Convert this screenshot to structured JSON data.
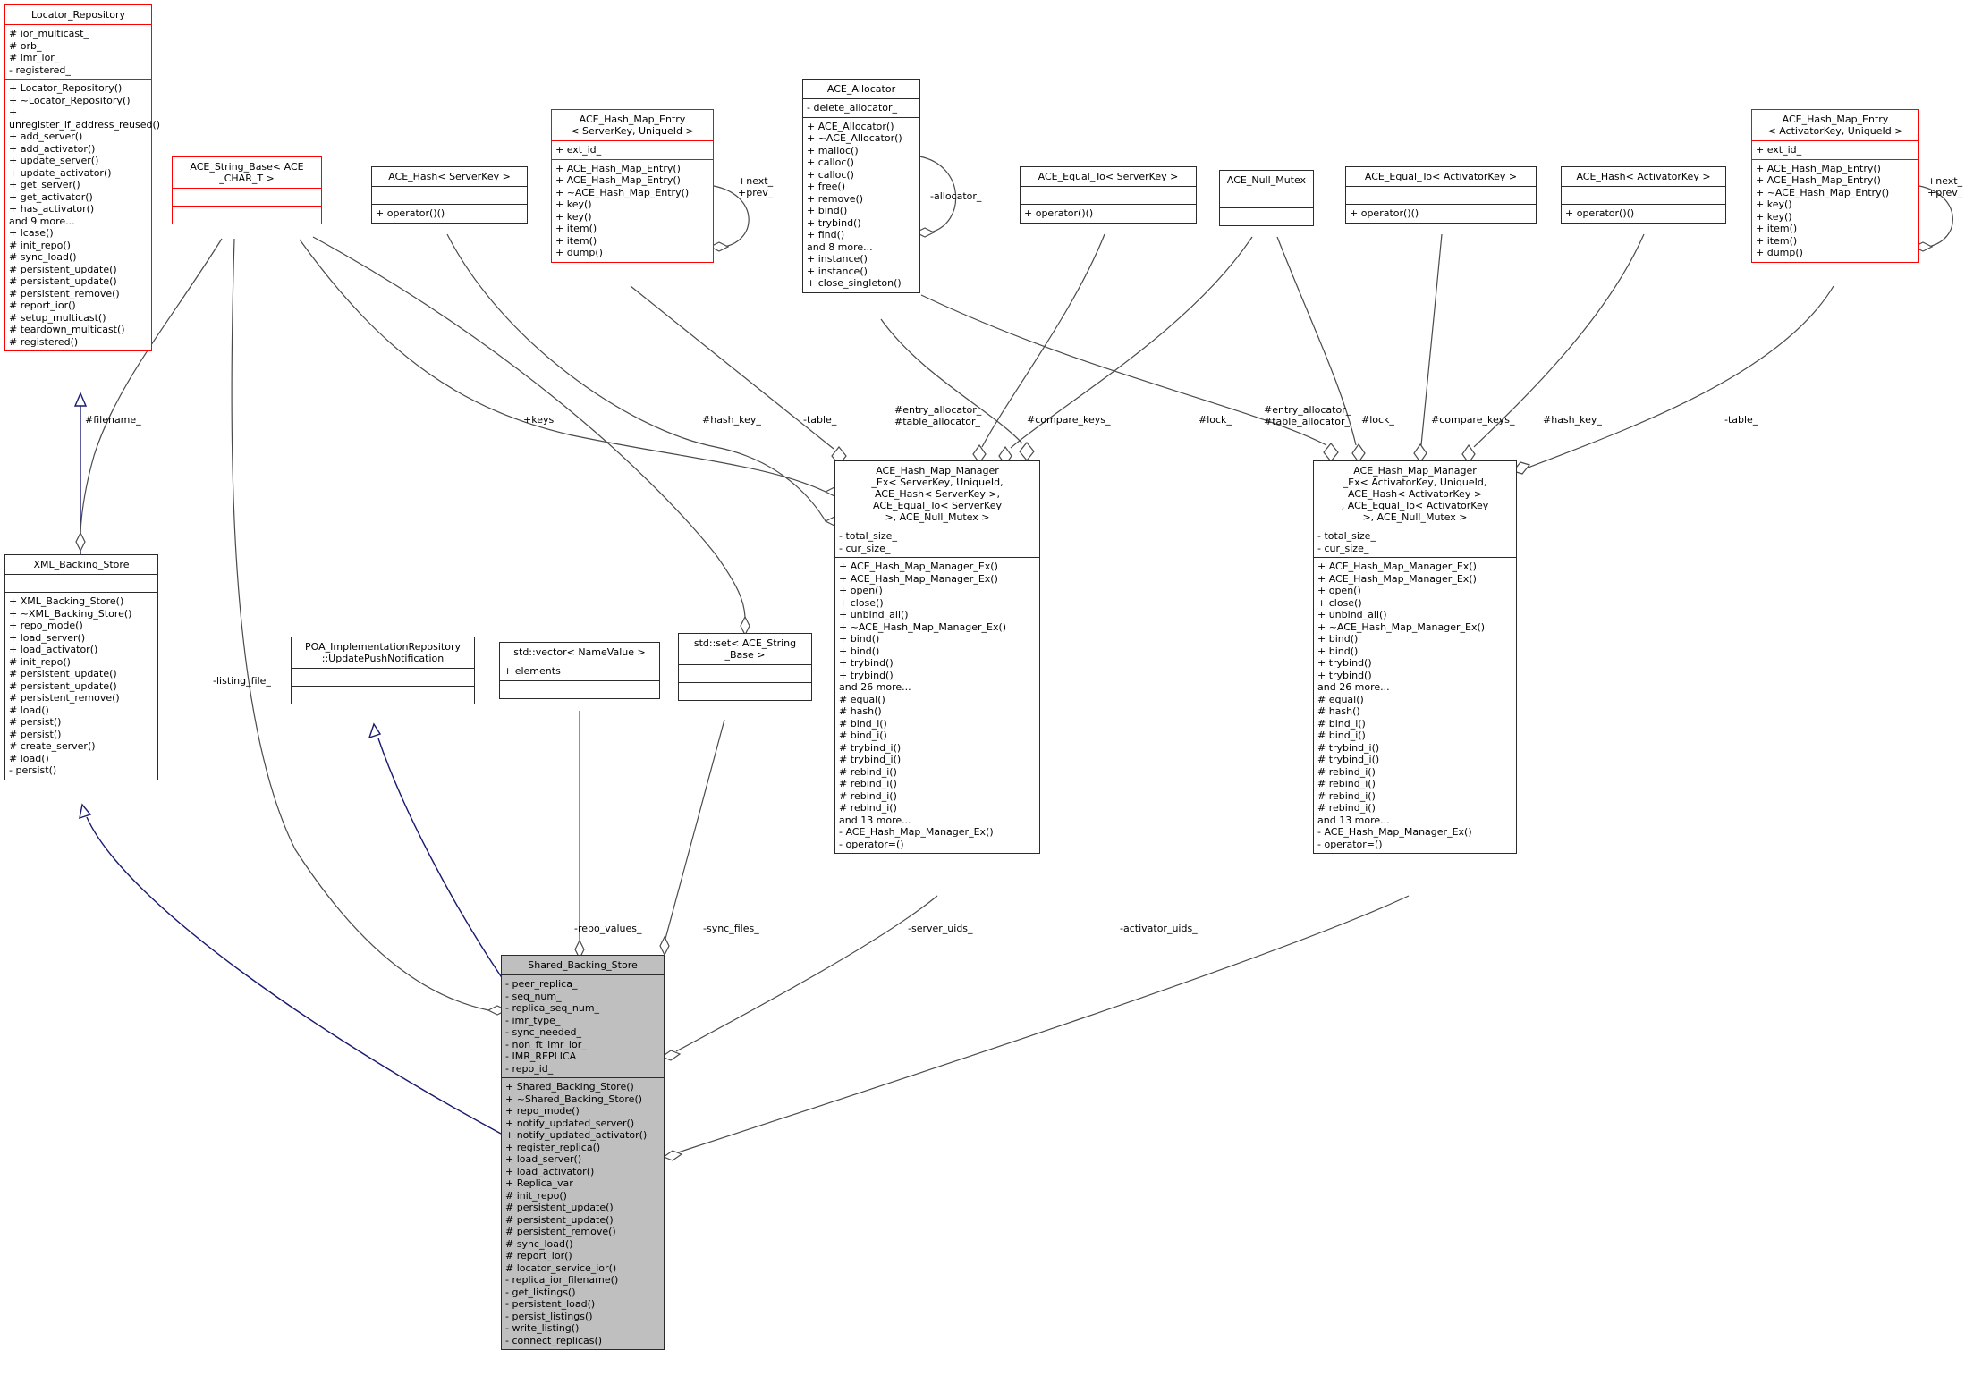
{
  "diagram": {
    "type": "uml-collaboration-diagram",
    "central_class": "Shared_Backing_Store"
  },
  "colors": {
    "red_border": "#ff0000",
    "inheritance_edge": "#191970",
    "association_edge": "#4a4a4a",
    "gray_node_fill": "#bfbfbf"
  },
  "classes": [
    {
      "id": "locator_repository",
      "style": "red",
      "title": [
        "Locator_Repository"
      ],
      "attributes": [
        "# ior_multicast_",
        "# orb_",
        "# imr_ior_",
        "- registered_"
      ],
      "methods": [
        "+ Locator_Repository()",
        "+ ~Locator_Repository()",
        "+ unregister_if_address_reused()",
        "+ add_server()",
        "+ add_activator()",
        "+ update_server()",
        "+ update_activator()",
        "+ get_server()",
        "+ get_activator()",
        "+ has_activator()",
        "and 9 more...",
        "+ lcase()",
        "# init_repo()",
        "# sync_load()",
        "# persistent_update()",
        "# persistent_update()",
        "# persistent_remove()",
        "# report_ior()",
        "# setup_multicast()",
        "# teardown_multicast()",
        "# registered()"
      ]
    },
    {
      "id": "xml_backing_store",
      "style": "black",
      "title": [
        "XML_Backing_Store"
      ],
      "attributes": [],
      "methods": [
        "+ XML_Backing_Store()",
        "+ ~XML_Backing_Store()",
        "+ repo_mode()",
        "+ load_server()",
        "+ load_activator()",
        "# init_repo()",
        "# persistent_update()",
        "# persistent_update()",
        "# persistent_remove()",
        "# load()",
        "# persist()",
        "# persist()",
        "# create_server()",
        "# load()",
        "- persist()"
      ]
    },
    {
      "id": "ace_string_base",
      "style": "red",
      "title": [
        "ACE_String_Base< ACE",
        "_CHAR_T >"
      ],
      "attributes": [],
      "methods": []
    },
    {
      "id": "ace_hash_server",
      "style": "black",
      "title": [
        "ACE_Hash< ServerKey >"
      ],
      "attributes": [],
      "methods": [
        "+ operator()()"
      ]
    },
    {
      "id": "entry_server",
      "style": "red",
      "title": [
        "ACE_Hash_Map_Entry",
        "< ServerKey, UniqueId >"
      ],
      "attributes": [
        "+ ext_id_"
      ],
      "methods": [
        "+ ACE_Hash_Map_Entry()",
        "+ ACE_Hash_Map_Entry()",
        "+ ~ACE_Hash_Map_Entry()",
        "+ key()",
        "+ key()",
        "+ item()",
        "+ item()",
        "+ dump()"
      ]
    },
    {
      "id": "ace_allocator",
      "style": "black",
      "title": [
        "ACE_Allocator"
      ],
      "attributes": [
        "- delete_allocator_"
      ],
      "methods": [
        "+ ACE_Allocator()",
        "+ ~ACE_Allocator()",
        "+ malloc()",
        "+ calloc()",
        "+ calloc()",
        "+ free()",
        "+ remove()",
        "+ bind()",
        "+ trybind()",
        "+ find()",
        "and 8 more...",
        "+ instance()",
        "+ instance()",
        "+ close_singleton()"
      ]
    },
    {
      "id": "equal_server",
      "style": "black",
      "title": [
        "ACE_Equal_To< ServerKey >"
      ],
      "attributes": [],
      "methods": [
        "+ operator()()"
      ]
    },
    {
      "id": "null_mutex",
      "style": "black",
      "title": [
        "ACE_Null_Mutex"
      ],
      "attributes": [],
      "methods": []
    },
    {
      "id": "equal_activator",
      "style": "black",
      "title": [
        "ACE_Equal_To< ActivatorKey >"
      ],
      "attributes": [],
      "methods": [
        "+ operator()()"
      ]
    },
    {
      "id": "hash_activator",
      "style": "black",
      "title": [
        "ACE_Hash< ActivatorKey >"
      ],
      "attributes": [],
      "methods": [
        "+ operator()()"
      ]
    },
    {
      "id": "entry_activator",
      "style": "red",
      "title": [
        "ACE_Hash_Map_Entry",
        "< ActivatorKey, UniqueId >"
      ],
      "attributes": [
        "+ ext_id_"
      ],
      "methods": [
        "+ ACE_Hash_Map_Entry()",
        "+ ACE_Hash_Map_Entry()",
        "+ ~ACE_Hash_Map_Entry()",
        "+ key()",
        "+ key()",
        "+ item()",
        "+ item()",
        "+ dump()"
      ]
    },
    {
      "id": "mgr_server",
      "style": "black",
      "title": [
        "ACE_Hash_Map_Manager",
        "_Ex< ServerKey, UniqueId,",
        "ACE_Hash< ServerKey >,",
        "ACE_Equal_To< ServerKey",
        ">, ACE_Null_Mutex >"
      ],
      "attributes": [
        "- total_size_",
        "- cur_size_"
      ],
      "methods": [
        "+ ACE_Hash_Map_Manager_Ex()",
        "+ ACE_Hash_Map_Manager_Ex()",
        "+ open()",
        "+ close()",
        "+ unbind_all()",
        "+ ~ACE_Hash_Map_Manager_Ex()",
        "+ bind()",
        "+ bind()",
        "+ trybind()",
        "+ trybind()",
        "and 26 more...",
        "# equal()",
        "# hash()",
        "# bind_i()",
        "# bind_i()",
        "# trybind_i()",
        "# trybind_i()",
        "# rebind_i()",
        "# rebind_i()",
        "# rebind_i()",
        "# rebind_i()",
        "and 13 more...",
        "- ACE_Hash_Map_Manager_Ex()",
        "- operator=()"
      ]
    },
    {
      "id": "mgr_activator",
      "style": "black",
      "title": [
        "ACE_Hash_Map_Manager",
        "_Ex< ActivatorKey, UniqueId,",
        "ACE_Hash< ActivatorKey >",
        ", ACE_Equal_To< ActivatorKey",
        ">, ACE_Null_Mutex >"
      ],
      "attributes": [
        "- total_size_",
        "- cur_size_"
      ],
      "methods": [
        "+ ACE_Hash_Map_Manager_Ex()",
        "+ ACE_Hash_Map_Manager_Ex()",
        "+ open()",
        "+ close()",
        "+ unbind_all()",
        "+ ~ACE_Hash_Map_Manager_Ex()",
        "+ bind()",
        "+ bind()",
        "+ trybind()",
        "+ trybind()",
        "and 26 more...",
        "# equal()",
        "# hash()",
        "# bind_i()",
        "# bind_i()",
        "# trybind_i()",
        "# trybind_i()",
        "# rebind_i()",
        "# rebind_i()",
        "# rebind_i()",
        "# rebind_i()",
        "and 13 more...",
        "- ACE_Hash_Map_Manager_Ex()",
        "- operator=()"
      ]
    },
    {
      "id": "poa_update",
      "style": "black",
      "title": [
        "POA_ImplementationRepository",
        "::UpdatePushNotification"
      ],
      "attributes": [],
      "methods": []
    },
    {
      "id": "vector_namevalue",
      "style": "black",
      "title": [
        "std::vector< NameValue >"
      ],
      "attributes": [
        "+ elements"
      ],
      "methods": []
    },
    {
      "id": "set_string",
      "style": "black",
      "title": [
        "std::set< ACE_String",
        "_Base >"
      ],
      "attributes": [],
      "methods": []
    },
    {
      "id": "shared_backing_store",
      "style": "gray",
      "title": [
        "Shared_Backing_Store"
      ],
      "attributes": [
        "- peer_replica_",
        "- seq_num_",
        "- replica_seq_num_",
        "- imr_type_",
        "- sync_needed_",
        "- non_ft_imr_ior_",
        "- IMR_REPLICA",
        "- repo_id_"
      ],
      "methods": [
        "+ Shared_Backing_Store()",
        "+ ~Shared_Backing_Store()",
        "+ repo_mode()",
        "+ notify_updated_server()",
        "+ notify_updated_activator()",
        "+ register_replica()",
        "+ load_server()",
        "+ load_activator()",
        "+ Replica_var",
        "# init_repo()",
        "# persistent_update()",
        "# persistent_update()",
        "# persistent_remove()",
        "# sync_load()",
        "# report_ior()",
        "# locator_service_ior()",
        "- replica_ior_filename()",
        "- get_listings()",
        "- persistent_load()",
        "- persist_listings()",
        "- write_listing()",
        "- connect_replicas()"
      ]
    }
  ],
  "edge_labels": [
    {
      "id": "filename",
      "lines": [
        "#filename_"
      ]
    },
    {
      "id": "keys",
      "lines": [
        "+keys"
      ]
    },
    {
      "id": "hash_key_server",
      "lines": [
        "#hash_key_"
      ]
    },
    {
      "id": "table_server",
      "lines": [
        "-table_"
      ]
    },
    {
      "id": "alloc_server",
      "lines": [
        "#entry_allocator_",
        "#table_allocator_"
      ]
    },
    {
      "id": "allocator_self",
      "lines": [
        "-allocator_"
      ]
    },
    {
      "id": "compare_keys_server",
      "lines": [
        "#compare_keys_"
      ]
    },
    {
      "id": "lock_server",
      "lines": [
        "#lock_"
      ]
    },
    {
      "id": "alloc_activator",
      "lines": [
        "#entry_allocator_",
        "#table_allocator_"
      ]
    },
    {
      "id": "lock_activator",
      "lines": [
        "#lock_"
      ]
    },
    {
      "id": "compare_keys_activator",
      "lines": [
        "#compare_keys_"
      ]
    },
    {
      "id": "hash_key_activator",
      "lines": [
        "#hash_key_"
      ]
    },
    {
      "id": "table_activator",
      "lines": [
        "-table_"
      ]
    },
    {
      "id": "next_prev_server",
      "lines": [
        "+next_",
        "+prev_"
      ]
    },
    {
      "id": "next_prev_activator",
      "lines": [
        "+next_",
        "+prev_"
      ]
    },
    {
      "id": "listing_file",
      "lines": [
        "-listing_file_"
      ]
    },
    {
      "id": "repo_values",
      "lines": [
        "-repo_values_"
      ]
    },
    {
      "id": "sync_files",
      "lines": [
        "-sync_files_"
      ]
    },
    {
      "id": "server_uids",
      "lines": [
        "-server_uids_"
      ]
    },
    {
      "id": "activator_uids",
      "lines": [
        "-activator_uids_"
      ]
    }
  ]
}
